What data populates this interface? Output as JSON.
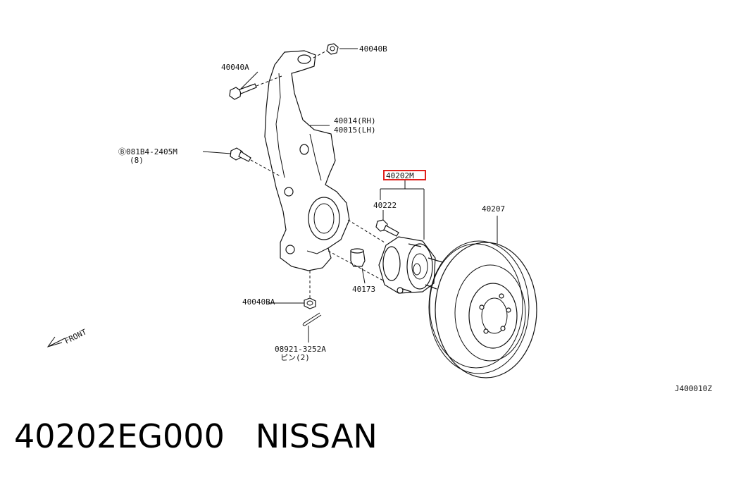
{
  "labels": {
    "nut_top": "40040B",
    "bolt_top": "40040A",
    "knuckle_rh": "40014(RH)",
    "knuckle_lh": "40015(LH)",
    "bolt_side": "Ⓑ081B4-2405M",
    "bolt_side_qty": "(8)",
    "hub_assembly": "40202M",
    "stud": "40222",
    "rotor": "40207",
    "cap": "40173",
    "nut_bottom": "40040BA",
    "pin": "08921-3252A",
    "pin_qty": "ピン(2)",
    "front": "FRONT",
    "diagram_code": "J400010Z"
  },
  "highlight_color": "#e0201c",
  "part_number": "40202EG000",
  "brand": "NISSAN"
}
